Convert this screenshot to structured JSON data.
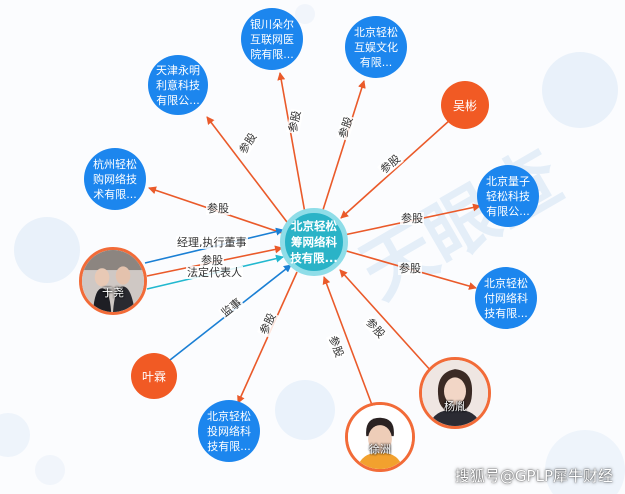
{
  "center": {
    "label": "北京轻松筹网络科技有限..."
  },
  "companies": [
    {
      "id": "tianjin",
      "label": "天津永明利意科技有限公..."
    },
    {
      "id": "yinchuan",
      "label": "银川朵尔互联网医院有限..."
    },
    {
      "id": "songhu",
      "label": "北京轻松互娱文化有限..."
    },
    {
      "id": "hangzhou",
      "label": "杭州轻松购网络技术有限..."
    },
    {
      "id": "lianzi",
      "label": "北京量子轻松科技有限公..."
    },
    {
      "id": "songfu",
      "label": "北京轻松付网络科技有限..."
    },
    {
      "id": "songtou",
      "label": "北京轻松投网络科技有限..."
    }
  ],
  "people": [
    {
      "id": "wubin",
      "label": "吴彬"
    },
    {
      "id": "yelin",
      "label": "叶霖"
    },
    {
      "id": "yangling",
      "label": "杨胤"
    },
    {
      "id": "xuzhou",
      "label": "徐洲"
    },
    {
      "id": "yuyin",
      "label": "于尧"
    }
  ],
  "edges": [
    {
      "id": "tianjin",
      "label": "参股"
    },
    {
      "id": "yinchuan",
      "label": "参股"
    },
    {
      "id": "songhu",
      "label": "参股"
    },
    {
      "id": "hangzhou",
      "label": "参股"
    },
    {
      "id": "lianzi",
      "label": "参股"
    },
    {
      "id": "songfu",
      "label": "参股"
    },
    {
      "id": "songtou",
      "label": "参股"
    },
    {
      "id": "wubin",
      "label": "参股"
    },
    {
      "id": "yangling",
      "label": "参股"
    },
    {
      "id": "xuzhou",
      "label": "参股"
    },
    {
      "id": "yelin",
      "label": "监事"
    },
    {
      "id": "yuyin_exec",
      "label": "经理,执行董事"
    },
    {
      "id": "yuyin_share",
      "label": "参股"
    },
    {
      "id": "yuyin_legal",
      "label": "法定代表人"
    }
  ],
  "watermark": "搜狐号@GPLP犀牛财经",
  "colors": {
    "company": "#1c86ee",
    "center": "#2ab3c7",
    "person": "#f15a24",
    "invest": "#ea5a2a",
    "role": "#1a7fd4",
    "legal": "#22b8cf"
  }
}
